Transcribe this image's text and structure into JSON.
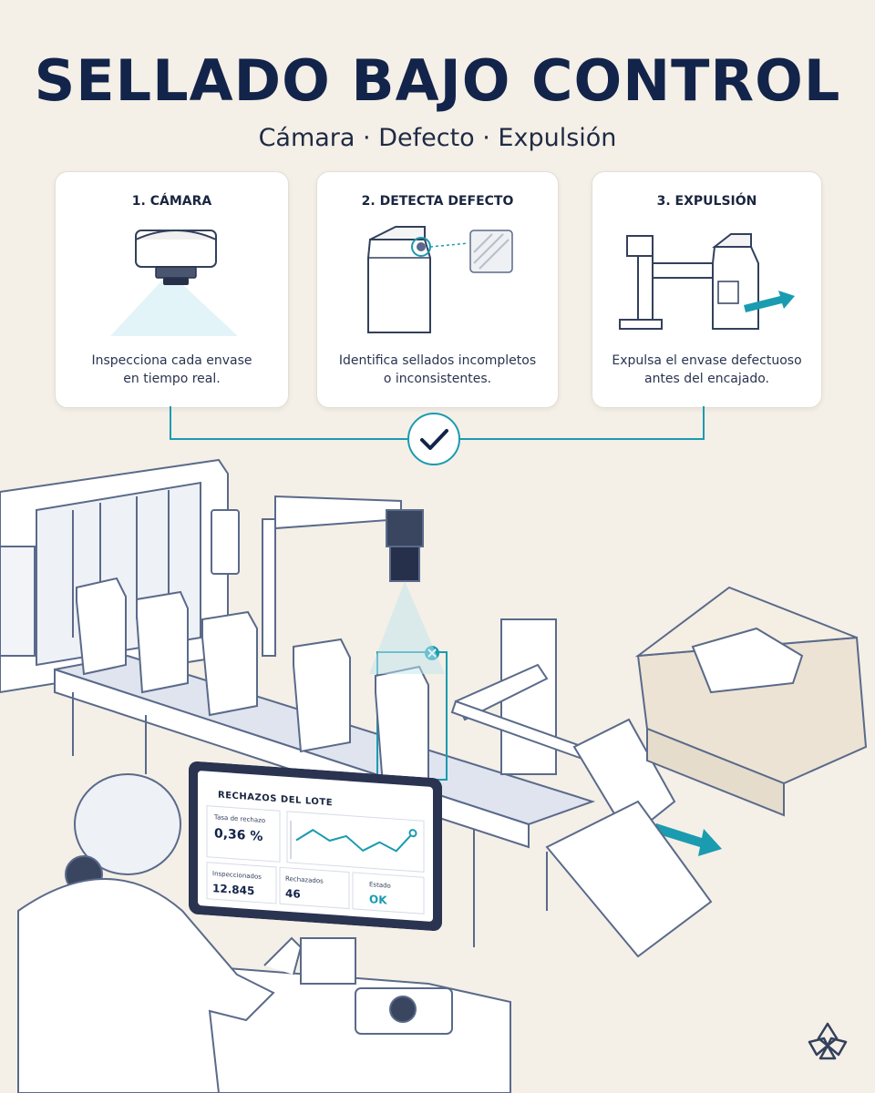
{
  "header": {
    "title": "SELLADO BAJO CONTROL",
    "subtitle": "Cámara · Defecto · Expulsión"
  },
  "steps": [
    {
      "title": "1. CÁMARA",
      "desc_line1": "Inspecciona cada envase",
      "desc_line2": "en tiempo real.",
      "icon": "camera-icon"
    },
    {
      "title": "2. DETECTA DEFECTO",
      "desc_line1": "Identifica sellados incompletos",
      "desc_line2": "o inconsistentes.",
      "icon": "defect-carton-icon"
    },
    {
      "title": "3. EXPULSIÓN",
      "desc_line1": "Expulsa el envase defectuoso",
      "desc_line2": "antes del encajado.",
      "icon": "ejector-icon"
    }
  ],
  "check_icon": "check-icon",
  "monitor": {
    "title": "RECHAZOS DEL LOTE",
    "rate_label": "Tasa de rechazo",
    "rate_value": "0,36 %",
    "inspected_label": "Inspeccionados",
    "inspected_value": "12.845",
    "rejected_label": "Rechazados",
    "rejected_value": "46",
    "status_label": "Estado",
    "status_value": "OK",
    "trend": [
      0.5,
      0.8,
      0.55,
      0.7,
      0.35,
      0.6,
      0.4,
      0.9
    ]
  },
  "colors": {
    "navy": "#13244a",
    "accent": "#1a9bb0",
    "background": "#f4efe7",
    "line": "#5a6a8a"
  },
  "logo_icon": "flower-logo-icon"
}
